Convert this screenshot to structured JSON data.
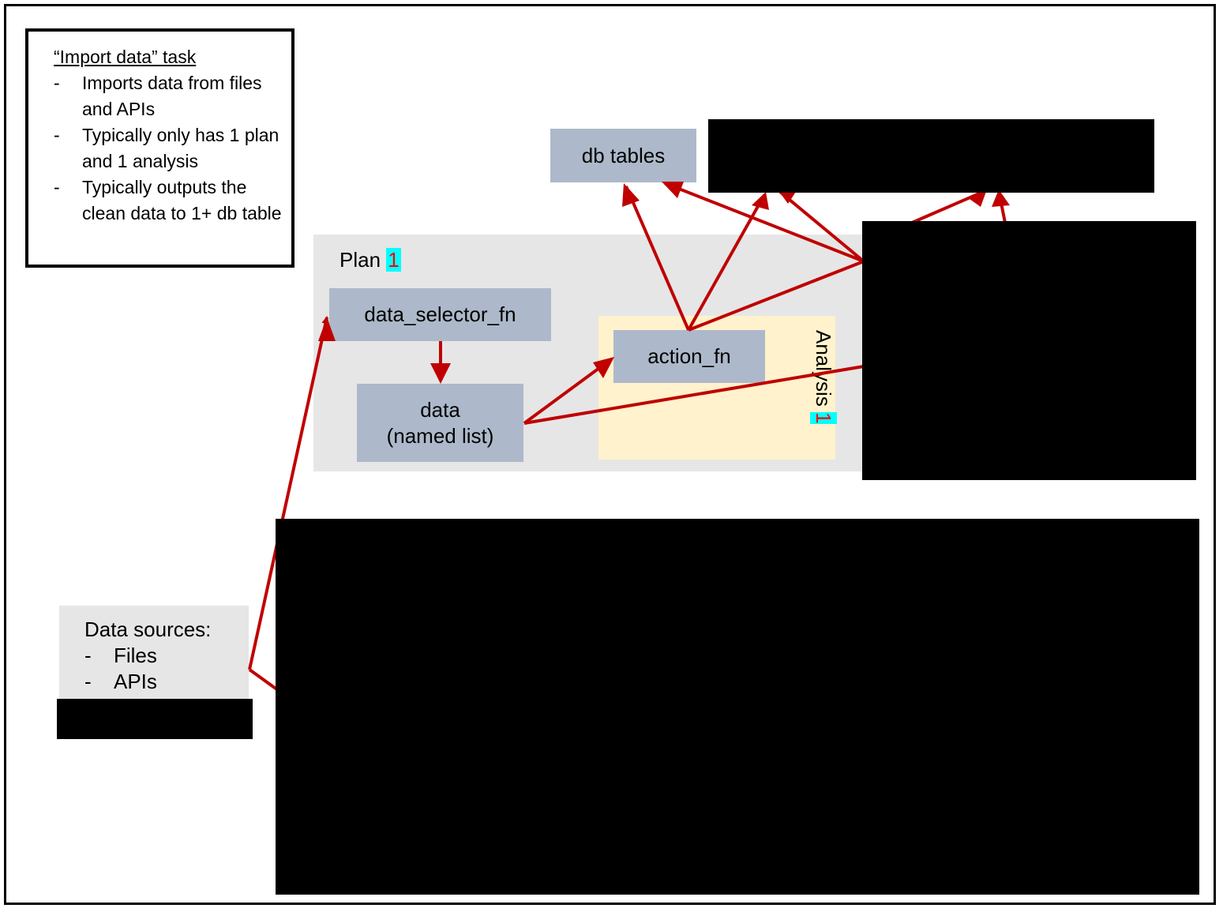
{
  "task": {
    "title": "“Import data” task",
    "bullets": [
      {
        "dash": "-",
        "text": "Imports data from files and APIs"
      },
      {
        "dash": "-",
        "text": "Typically only has 1 plan and 1 analysis"
      },
      {
        "dash": "-",
        "text": "Typically outputs the clean data to 1+ db table"
      }
    ]
  },
  "plan": {
    "label": "Plan",
    "number": "1"
  },
  "analysis": {
    "label": "Analysis",
    "number": "1"
  },
  "nodes": {
    "data_selector": "data_selector_fn",
    "data_line1": "data",
    "data_line2": "(named list)",
    "action": "action_fn",
    "db_tables": "db tables"
  },
  "sources": {
    "title": "Data sources:",
    "items": [
      {
        "dash": "-",
        "text": "Files"
      },
      {
        "dash": "-",
        "text": "APIs"
      }
    ]
  },
  "colors": {
    "arrow": "#c00000",
    "node_fill": "#adb9ca",
    "plan_fill": "#e6e6e6",
    "analysis_fill": "#fff2cc",
    "badge_fill": "#00ffff",
    "badge_text": "#ff0000",
    "redaction": "#000000"
  }
}
